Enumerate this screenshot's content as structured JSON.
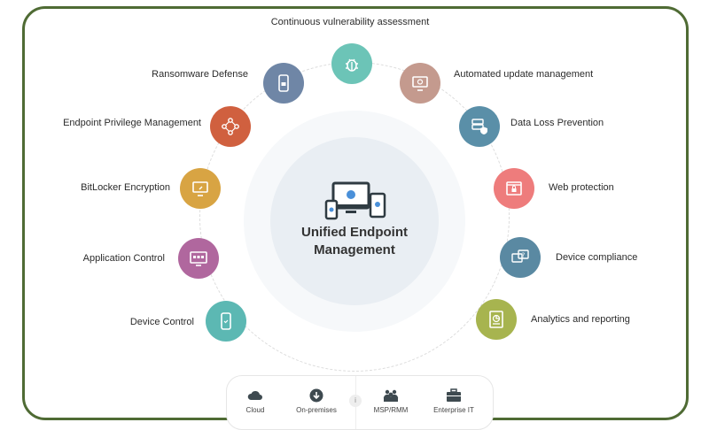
{
  "center": {
    "title_line1": "Unified Endpoint",
    "title_line2": "Management"
  },
  "features": [
    {
      "label": "Continuous vulnerability assessment",
      "icon": "bug-icon",
      "color": "#6cc4b7"
    },
    {
      "label": "Ransomware Defense",
      "icon": "phone-lock-icon",
      "color": "#6f86a6"
    },
    {
      "label": "Automated update management",
      "icon": "monitor-refresh-icon",
      "color": "#c49a8e"
    },
    {
      "label": "Endpoint Privilege Management",
      "icon": "network-nodes-icon",
      "color": "#d0603f"
    },
    {
      "label": "Data Loss Prevention",
      "icon": "database-shield-icon",
      "color": "#5a8fa8"
    },
    {
      "label": "BitLocker Encryption",
      "icon": "monitor-key-icon",
      "color": "#d8a443"
    },
    {
      "label": "Web protection",
      "icon": "browser-lock-icon",
      "color": "#ee7c7c"
    },
    {
      "label": "Application Control",
      "icon": "app-window-icon",
      "color": "#b0679e"
    },
    {
      "label": "Device compliance",
      "icon": "chat-question-icon",
      "color": "#5a89a2"
    },
    {
      "label": "Device Control",
      "icon": "mobile-device-icon",
      "color": "#5cb8b3"
    },
    {
      "label": "Analytics and reporting",
      "icon": "report-chart-icon",
      "color": "#a7b44f"
    }
  ],
  "deployment": [
    {
      "label": "Cloud",
      "icon": "cloud-icon"
    },
    {
      "label": "On-premises",
      "icon": "download-icon"
    },
    {
      "label": "MSP/RMM",
      "icon": "users-group-icon"
    },
    {
      "label": "Enterprise IT",
      "icon": "briefcase-icon"
    }
  ],
  "divider_glyph": "i",
  "colors": {
    "frame": "#4f6b34",
    "icon_dark": "#3b4a52",
    "check_blue": "#4a90d9"
  }
}
